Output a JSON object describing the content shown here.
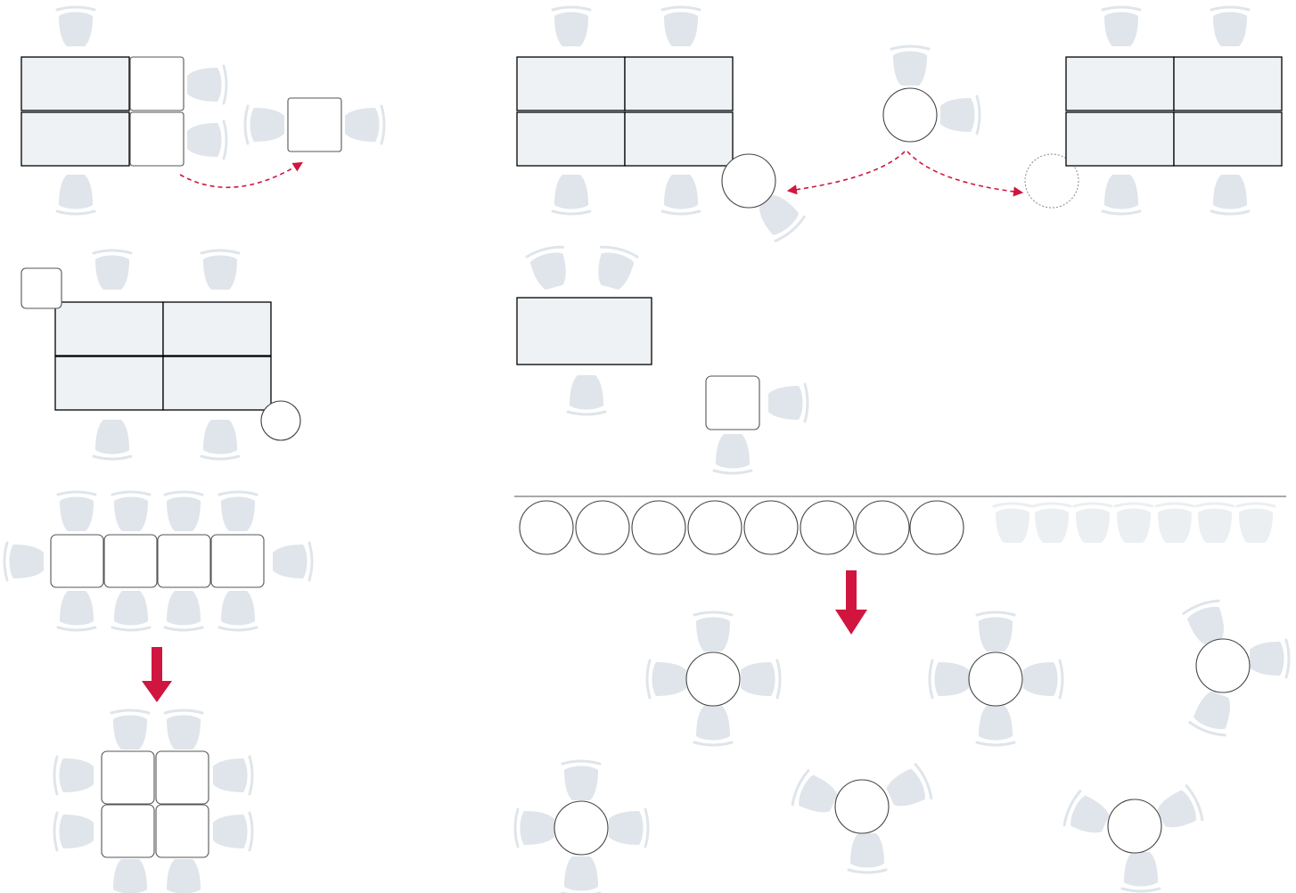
{
  "diagram": {
    "subject": "furniture-layout-configurations",
    "colors": {
      "table_fill": "#eef2f5",
      "table_stroke": "#000000",
      "chair": "#dfe5ea",
      "arrow": "#d0163f",
      "background": "#ffffff"
    },
    "icons": [
      "chair-icon",
      "rectangular-table",
      "square-table",
      "round-table",
      "dashed-move-arrow",
      "down-arrow"
    ],
    "text": []
  }
}
